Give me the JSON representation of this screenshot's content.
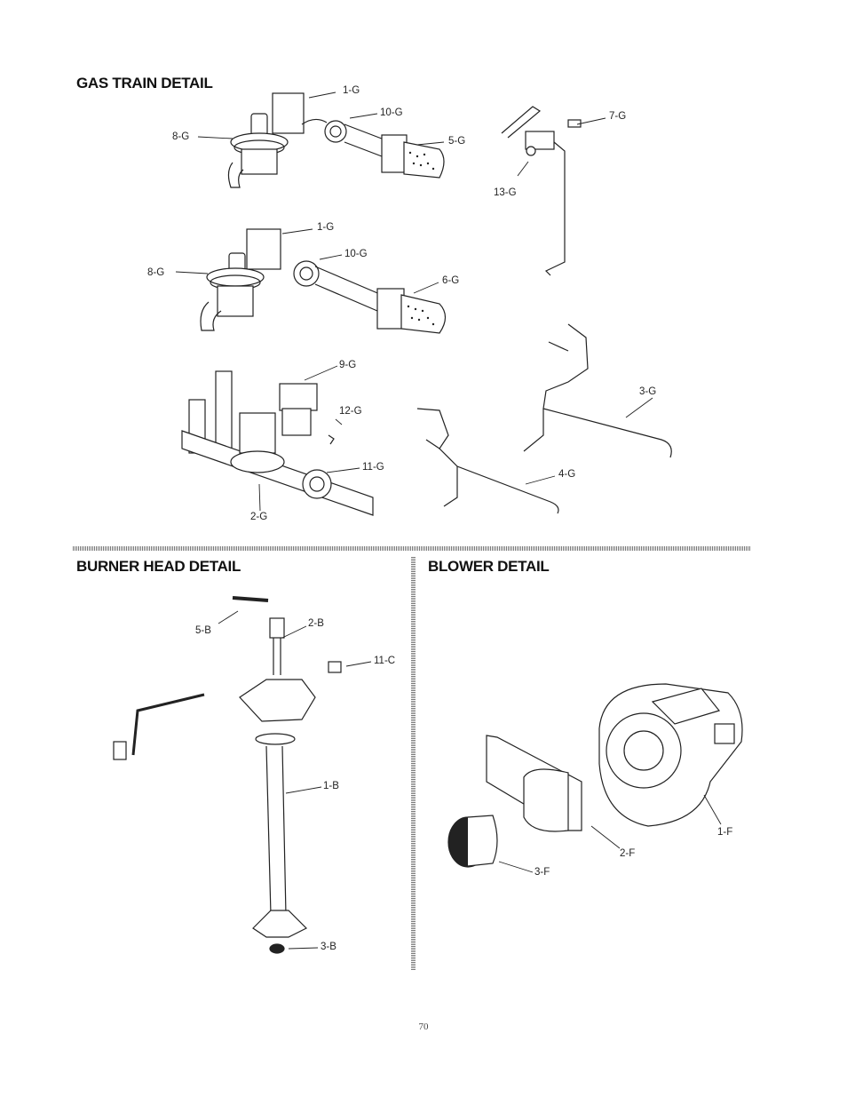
{
  "sections": {
    "gas_train": "GAS TRAIN DETAIL",
    "burner_head": "BURNER HEAD DETAIL",
    "blower": "BLOWER DETAIL"
  },
  "gas_train_parts": {
    "upper_assembly": {
      "valve_1": "1-G",
      "fitting_10": "10-G",
      "regulator_8": "8-G",
      "orifice_5": "5-G"
    },
    "pilot_assembly": {
      "tube_7": "7-G",
      "pilot_13": "13-G"
    },
    "middle_assembly": {
      "valve_1": "1-G",
      "fitting_10": "10-G",
      "regulator_8": "8-G",
      "orifice_6": "6-G"
    },
    "lower_assembly": {
      "valve_9": "9-G",
      "fitting_12": "12-G",
      "fitting_11": "11-G",
      "manifold_2": "2-G"
    },
    "tubing": {
      "tube_3": "3-G",
      "tube_4": "4-G"
    }
  },
  "burner_head_parts": {
    "electrode_5": "5-B",
    "electrode_2": "2-B",
    "clip_11": "11-C",
    "tube_1": "1-B",
    "nut_3": "3-B"
  },
  "blower_parts": {
    "blower_1": "1-F",
    "adapter_2": "2-F",
    "cover_3": "3-F"
  },
  "page_number": "70"
}
